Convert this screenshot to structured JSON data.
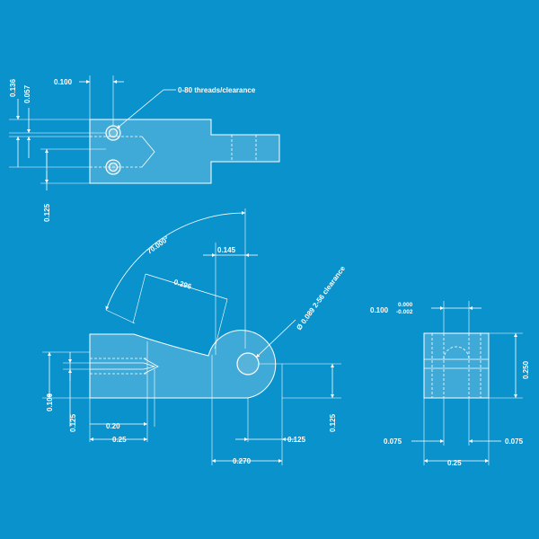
{
  "colors": {
    "background": "#0a92cc",
    "lines": "#ffffff"
  },
  "top_view": {
    "dim_width_hole": "0.100",
    "dim_height": "0.136",
    "dim_hole_offset": "0.057",
    "dim_hole_spacing": "0.125",
    "note_threads": "0-80 threads/clearance"
  },
  "side_view": {
    "dim_angle": "70.000°",
    "dim_slot_length": "0.296",
    "dim_eye_offset": "0.145",
    "note_hole": "Ø 0.089 2-56 clearance",
    "dim_slot_width": "0.100",
    "dim_bottom_height": "0.125",
    "dim_slot_depth": "0.20",
    "dim_overall": "0.25",
    "dim_eye_radius": "0.125",
    "dim_right_height": "0.125",
    "dim_eye_center": "0.270"
  },
  "end_view": {
    "dim_width": "0.100",
    "tol_plus": "0.000",
    "tol_minus": "-0.002",
    "dim_height": "0.250",
    "dim_left": "0.075",
    "dim_right": "0.075",
    "dim_total": "0.25"
  }
}
